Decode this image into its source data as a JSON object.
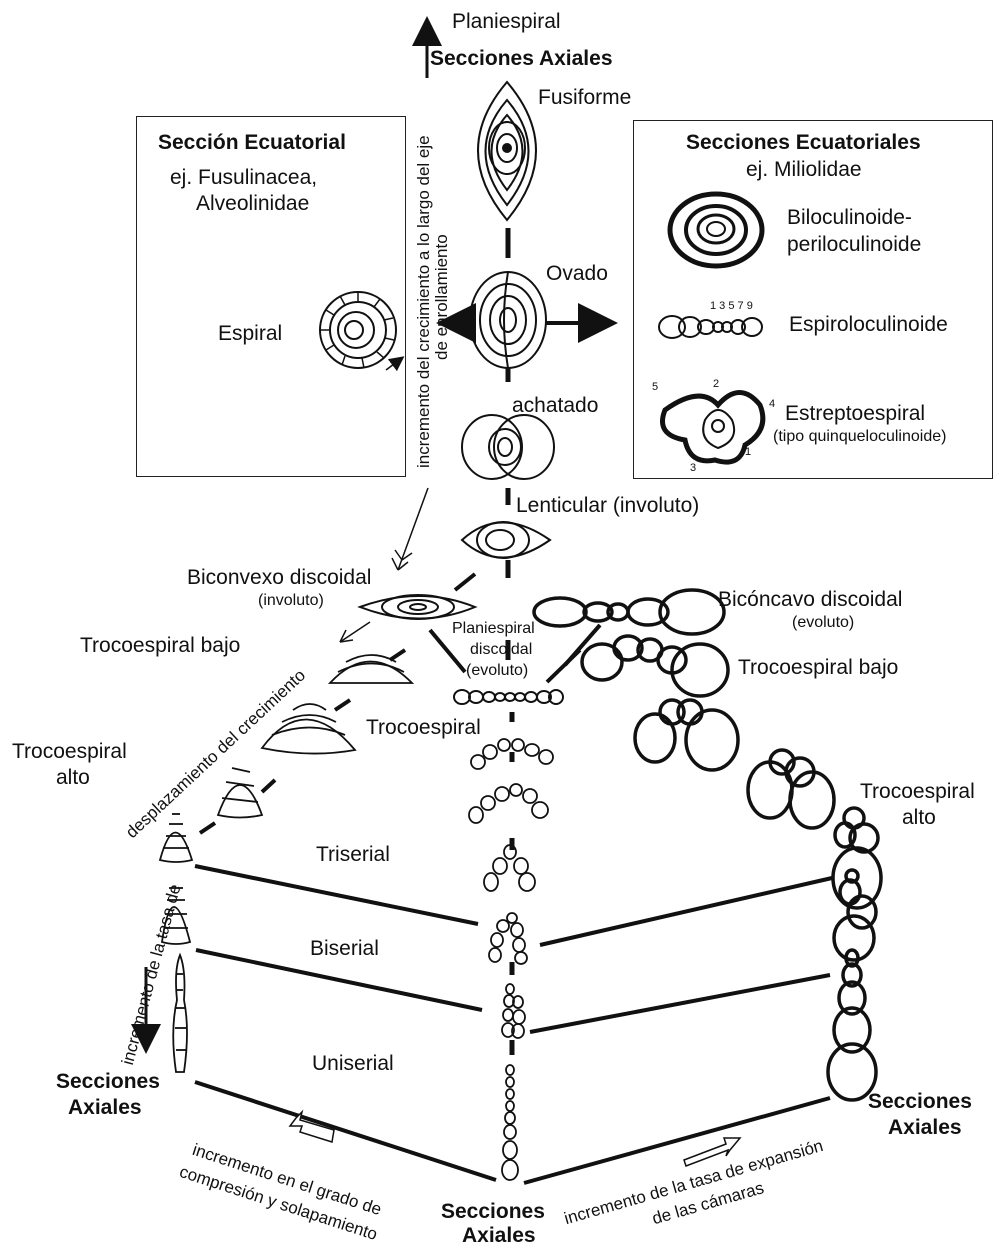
{
  "top": {
    "arrow_label": "Planiespiral",
    "axial_title": "Secciones Axiales",
    "fusiforme": "Fusiforme",
    "ovado": "Ovado",
    "achatado": "achatado",
    "lenticular": "Lenticular (involuto)"
  },
  "left_box": {
    "title": "Sección Ecuatorial",
    "examples": [
      "ej. Fusulinacea,",
      "Alveolinidae"
    ],
    "espiral": "Espiral"
  },
  "right_box": {
    "title": "Secciones Ecuatoriales",
    "example": "ej. Miliolidae",
    "items": [
      {
        "lines": [
          "Biloculinoide-",
          "periloculinoide"
        ]
      },
      {
        "lines": [
          "Espiroloculinoide"
        ],
        "chamber_numbers": "1 3 5 7  9"
      },
      {
        "lines": [
          "Estreptoespiral",
          "(tipo quinqueloculinoide)"
        ],
        "chamber_numbers": [
          "5",
          "2",
          "4",
          "1",
          "3"
        ]
      }
    ]
  },
  "vertical_axis_label": [
    "incremento del crecimiento a lo largo del eje",
    "de enrollamiento"
  ],
  "center": {
    "biconvexo": [
      "Biconvexo discoidal",
      "(involuto)"
    ],
    "planiespiral": [
      "Planiespiral",
      "discoidal",
      "(evoluto)"
    ],
    "trocoespiral": "Trocoespiral",
    "triserial": "Triserial",
    "biserial": "Biserial",
    "uniserial": "Uniserial"
  },
  "left_branch": {
    "trocoespiral_bajo": "Trocoespiral bajo",
    "trocoespiral_alto": [
      "Trocoespiral",
      "alto"
    ],
    "diag_label": "desplazamiento del crecimiento",
    "diag_prefix": "incremento de la tasa de",
    "axial": [
      "Secciones",
      "Axiales"
    ]
  },
  "right_branch": {
    "biconcavo": [
      "Bicóncavo discoidal",
      "(evoluto)"
    ],
    "trocoespiral_bajo": "Trocoespiral bajo",
    "trocoespiral_alto": [
      "Trocoespiral",
      "alto"
    ],
    "axial": [
      "Secciones",
      "Axiales"
    ]
  },
  "bottom": {
    "left_label": [
      "incremento en el grado de",
      "compresión y solapamiento"
    ],
    "right_label": [
      "incremento de la tasa de  expansión",
      "de las cámaras"
    ],
    "axial": [
      "Secciones",
      "Axiales"
    ]
  }
}
